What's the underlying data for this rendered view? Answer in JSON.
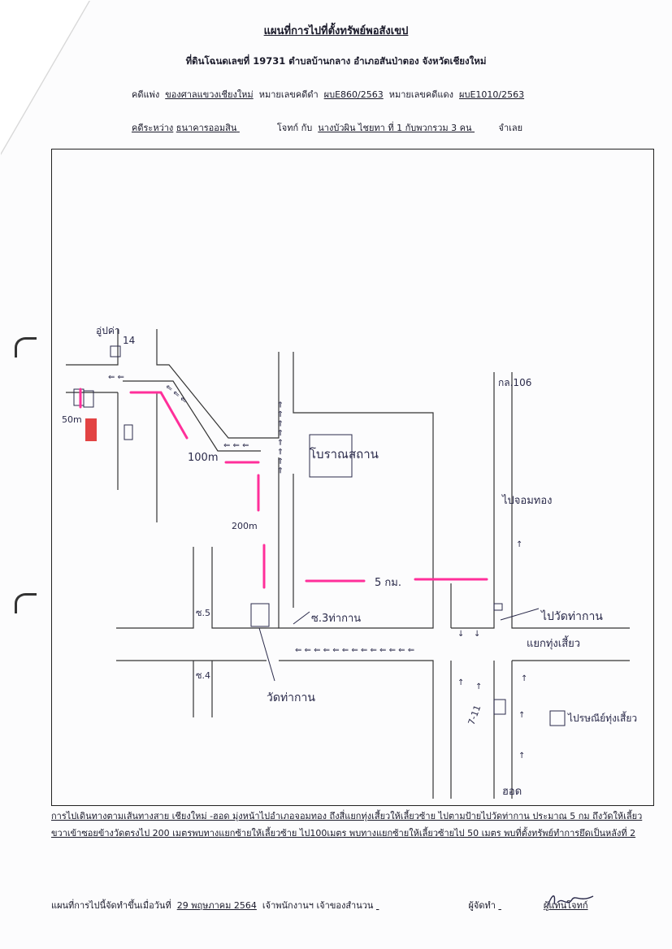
{
  "header": {
    "title": "แผนที่การไปที่ตั้งทรัพย์พอสังเขป",
    "subtitle": "ที่ดินโฉนดเลขที่ 19731 ตำบลบ้านกลาง  อำเภอสันป่าตอง  จังหวัดเชียงใหม่"
  },
  "case": {
    "type_label": "คดีแพ่ง",
    "court": "ของศาลแขวงเชียงใหม่",
    "black_no_label": "หมายเลขคดีดำ",
    "black_no": "ผบE860/2563",
    "red_no_label": "หมายเลขคดีแดง",
    "red_no": "ผบE1010/2563",
    "between_label": "คดีระหว่าง",
    "plaintiff": "ธนาคารออมสิน",
    "plaintiff_role": "โจทก์ กับ",
    "defendant": "นางบัวผิน  ไชยทา  ที่ 1 กับพวกรวม 3 คน",
    "defendant_role": "จำเลย"
  },
  "map_labels": {
    "oopkha": "อู่ปค่า",
    "oopkha_no": "14",
    "dist_50": "50m",
    "dist_100": "100m",
    "dist_200": "200m",
    "dist_5km": "5 กม.",
    "boran": "โบราณสถาน",
    "kl106": "กล.106",
    "to_chomthong": "ไปจอมทอง",
    "to_wat": "ไปวัดท่ากาน",
    "soi3": "ซ.3ท่ากาน",
    "soi5": "ซ.5",
    "soi4": "ซ.4",
    "wat": "วัดท่ากาน",
    "junction": "แยกทุ่งเสี้ยว",
    "seven_eleven": "7-11",
    "post_office": "ไปรษณีย์ทุ่งเสี้ยว",
    "to_hot": "ฮอด"
  },
  "description": "การไปเดินทางตามเส้นทางสาย  เชียงใหม่  -ฮอด  มุ่งหน้าไปอำเภอจอมทอง  ถึงสี่แยกทุ่งเสี้ยวให้เลี้ยวซ้าย  ไปตามป้ายไปวัดท่ากาน  ประมาณ 5 กม  ถึงวัดให้เลี้ยวขวาเข้าซอยข้างวัดตรงไป 200  เมตรพบทางแยกซ้ายให้เลี้ยวซ้าย  ไป100เมตร  พบทางแยกซ้ายให้เลี้ยวซ้ายไป 50 เมตร  พบที่ตั้งทรัพย์ทำการยึดเป็นหลังที่ 2",
  "footer": {
    "made_label": "แผนที่การไปนี้จัดทำขึ้นเมื่อวันที่",
    "date": "29 พฤษภาคม  2564",
    "officer_label": "เจ้าพนักงานฯ เจ้าของสำนวน",
    "maker_label": "ผู้จัดทำ",
    "rep_label": "ผู้แทนโจทก์"
  },
  "colors": {
    "highlight": "#ff2f9a",
    "ink": "#2a2a4a"
  }
}
